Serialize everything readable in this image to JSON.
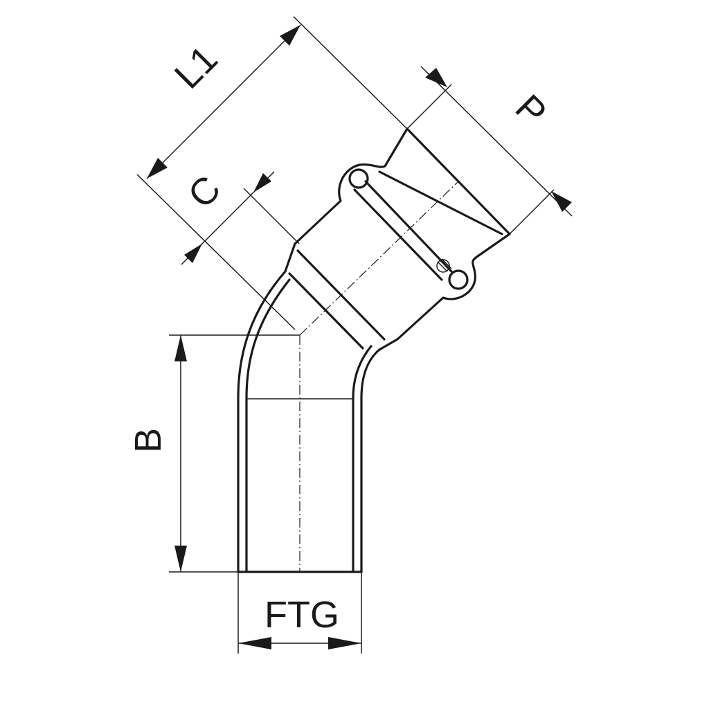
{
  "diagram": {
    "labels": {
      "l1": "L1",
      "c": "C",
      "p": "P",
      "b": "B",
      "ftg": "FTG"
    }
  }
}
